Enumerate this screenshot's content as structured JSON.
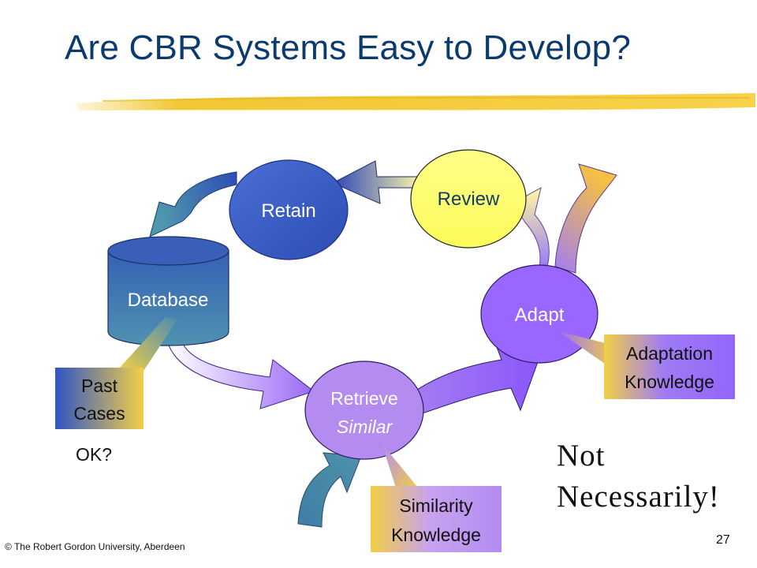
{
  "slide": {
    "title": "Are CBR Systems Easy to Develop?",
    "footer": "© The  Robert Gordon University, Aberdeen",
    "page_number": "27",
    "ok_text": "OK?",
    "not_line1": "Not",
    "not_line2": "Necessarily!"
  },
  "nodes": {
    "retain": "Retain",
    "review": "Review",
    "database": "Database",
    "adapt": "Adapt",
    "retrieve_line1": "Retrieve",
    "retrieve_line2": "Similar"
  },
  "knowledge": {
    "past_cases_line1": "Past",
    "past_cases_line2": "Cases",
    "adaptation_line1": "Adaptation",
    "adaptation_line2": "Knowledge",
    "similarity_line1": "Similarity",
    "similarity_line2": "Knowledge"
  },
  "colors": {
    "title": "#0b3a6e",
    "retain": "#3a5fc8",
    "review": "#ffff66",
    "database": "#3d7fbf",
    "adapt": "#9966ff",
    "retrieve": "#b48cf0",
    "highlight": "#f2cf45"
  }
}
